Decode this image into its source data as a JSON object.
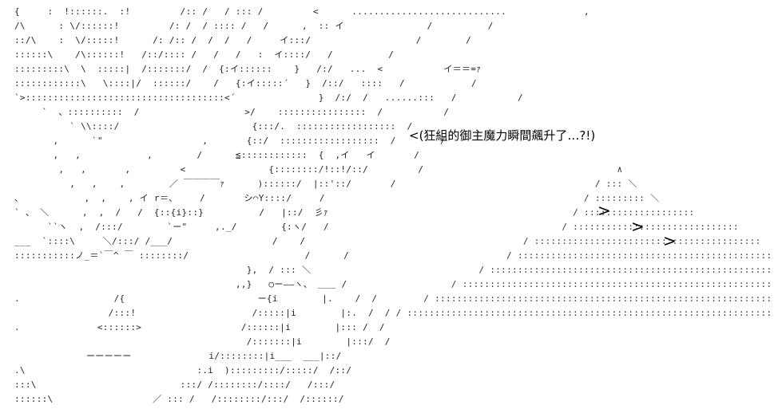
{
  "caption": "<(狂組的御主魔力瞬間飆升了…?!)",
  "art_lines": [
    "{     :  !::::::.  :!         /:: /   / ::: /         <      ............................              ,",
    "/\\      : \\/::::::!         /: /  / :::: /   /      ,  :: イ               /          /",
    "::/\\    :  \\/:::::!      /: /:: /  /  /   /     イ:::/                   /        /",
    "::::::\\    /\\::::::!   /::/:::: /   /   /   :  イ::::/   /          /",
    ":::::::::\\  \\  :::::|  /:::::::/  /  {:イ::::::    }   /:/   ...  <           イ＝＝=ｧ",
    "::::::::::::\\   \\::::|/  ::::::/    /   {:イ:::::´   }  /::/   ::::   /            /",
    "`>::::::::::::::::::::::::::::::::::::<´               }  /:/  /   ......:::   /           /",
    "     `  、::::::::::  /                   >/    ::::::::::::::::  /           /",
    "          ` \\\\::::/                        {:::/.  ::::::::::::::::::  /",
    "       ,      `\"                  ,       {::/  ::::::::::::::::::  /        /",
    "       ,   ,            ,        /      ≦::::::::::::  {  ,イ   イ       /",
    "        ,   ,       ,         <               {::::::::/!::!/::/         /",
    "          ,   ,    ,        ／ ￣￣￣￣ｧ      )::::::/  |::'::/       /",
    "、           ,  ,    , イ r＝、    /       シ⌒Y::::/     /",
    "` 、 ＼      ,  ,  /   /  {::{i}::}          /   |::/  彡ｧ",
    "      ``ヽ  ,  /:::/        `ー\"     ,._/        {:ヽ/   /",
    "___  `::::\\     ＼/:::/ /___/                  /    /",
    ":::::::::::ノ_＝`￣^ ￣ ::::::::/                     /      /",
    "                                          },  / ::: ＼",
    "                                        ,,}   ○ー――ヽ、 ＿＿ /",
    ".                 /{                        ー{i        |.    /  /",
    "                 /:::!                     /:::::|i        |:.  /  /",
    ".              <::::::>                  /::::::|i        |::: /  /",
    "                                          /:::::::|i        |:::/  /",
    "             ーーーーー              i/::::::::|i___  ___|::/",
    ".\\                               :.i  ):::::::::/:::::/  /::/",
    ":::\\                          :::/ /::::::::/::::/   /:::/",
    "::::::\\                  ／ ::: /   /::::::::/:::/  /::::::/",
    ":::::::::\\     .       /:::::/   /::::::::::/  /  /:::::::/"
  ],
  "dot_field_lines": [
    "                                                                                                             ∧",
    "                                                                                                         / ::: ＼",
    "                                                                                                       / ::::::::: ＼",
    "                                                                                                     / ::::::::::::::::::::",
    "                                                                                                   / ::::::::::::::::::::::::::::::",
    "                                                                                            / :::::::::::::::::::::::::::::::::::::::::",
    "                                                                                         / :::::::::::::::::::::::::::::::::::::::::::::::::::",
    "                                                                                    / ::::::::::::::::::::::::::::::::::::::::::::::::::::::::::::::::",
    "                                                                               / ::::::::::::::::::::::::::::::::::::::::::::::::::::::::::::::::::::::::",
    "                                                                          / ::::::::::::::::::::::::::::::::::::::::::::::::::::::::::::::::::::::::::::::",
    "                                                                     / :::::::::::::::::::::::::::::::::::::::::::::::::::::::::::::::::::::::::::::::::::"
  ],
  "arrows": [
    ">",
    ">",
    ">"
  ]
}
